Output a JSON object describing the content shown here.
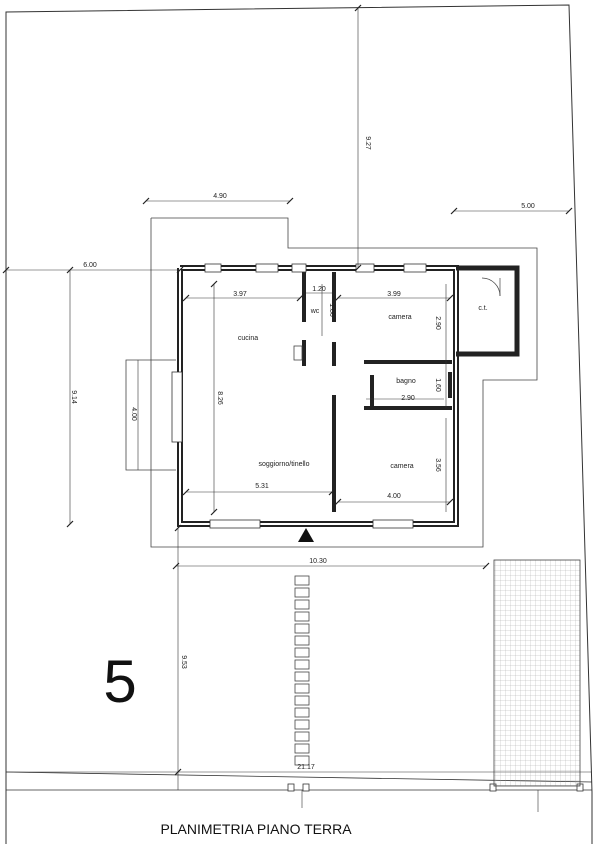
{
  "drawing": {
    "caption": "PLANIMETRIA PIANO TERRA",
    "lot_number": "5"
  },
  "rooms": {
    "cucina": "cucina",
    "wc": "wc",
    "camera_top": "camera",
    "bagno": "bagno",
    "camera_bottom": "camera",
    "soggiorno": "soggiorno/tinello",
    "ct": "c.t."
  },
  "dimensions": {
    "lot_depth": "9.27",
    "left_offset": "4.90",
    "right_offset": "5.00",
    "left_margin": "6.00",
    "cucina_width": "3.97",
    "wc_width": "1.20",
    "camera_top_width": "3.99",
    "wc_depth": "1.80",
    "camera_top_depth": "2.90",
    "bagno_depth": "1.60",
    "bagno_width": "2.90",
    "west_depth": "9.14",
    "terrace_width": "4.00",
    "interior_depth": "8.26",
    "camera_bottom_depth": "3.56",
    "soggiorno_width": "5.31",
    "camera_bottom_width": "4.00",
    "house_width": "10.30",
    "front_depth": "9.53",
    "total_width": "21.17"
  }
}
